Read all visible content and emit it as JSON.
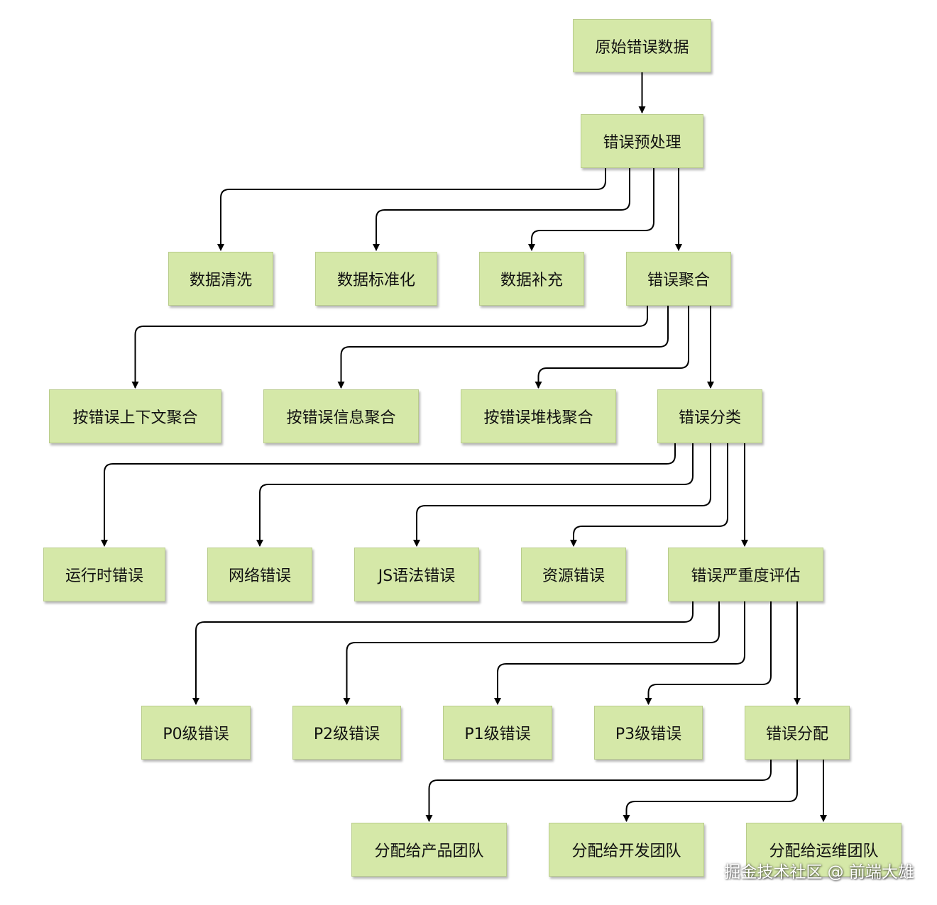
{
  "nodes": {
    "raw": "原始错误数据",
    "preprocess": "错误预处理",
    "clean": "数据清洗",
    "standardize": "数据标准化",
    "supplement": "数据补充",
    "aggregate": "错误聚合",
    "agg_context": "按错误上下文聚合",
    "agg_message": "按错误信息聚合",
    "agg_stack": "按错误堆栈聚合",
    "classify": "错误分类",
    "runtime": "运行时错误",
    "network": "网络错误",
    "js_syntax": "JS语法错误",
    "resource": "资源错误",
    "severity": "错误严重度评估",
    "p0": "P0级错误",
    "p2": "P2级错误",
    "p1": "P1级错误",
    "p3": "P3级错误",
    "assign": "错误分配",
    "assign_product": "分配给产品团队",
    "assign_dev": "分配给开发团队",
    "assign_ops": "分配给运维团队"
  },
  "edges": [
    {
      "from": "raw",
      "to": "preprocess"
    },
    {
      "from": "preprocess",
      "to": "clean"
    },
    {
      "from": "preprocess",
      "to": "standardize"
    },
    {
      "from": "preprocess",
      "to": "supplement"
    },
    {
      "from": "preprocess",
      "to": "aggregate"
    },
    {
      "from": "aggregate",
      "to": "agg_context"
    },
    {
      "from": "aggregate",
      "to": "agg_message"
    },
    {
      "from": "aggregate",
      "to": "agg_stack"
    },
    {
      "from": "aggregate",
      "to": "classify"
    },
    {
      "from": "classify",
      "to": "runtime"
    },
    {
      "from": "classify",
      "to": "network"
    },
    {
      "from": "classify",
      "to": "js_syntax"
    },
    {
      "from": "classify",
      "to": "resource"
    },
    {
      "from": "classify",
      "to": "severity"
    },
    {
      "from": "severity",
      "to": "p0"
    },
    {
      "from": "severity",
      "to": "p2"
    },
    {
      "from": "severity",
      "to": "p1"
    },
    {
      "from": "severity",
      "to": "p3"
    },
    {
      "from": "severity",
      "to": "assign"
    },
    {
      "from": "assign",
      "to": "assign_product"
    },
    {
      "from": "assign",
      "to": "assign_dev"
    },
    {
      "from": "assign",
      "to": "assign_ops"
    }
  ],
  "watermark": "掘金技术社区 @ 前端大雄",
  "colors": {
    "node_fill": "#d5e8a8",
    "node_border": "#b9cc8c",
    "edge": "#000000"
  }
}
